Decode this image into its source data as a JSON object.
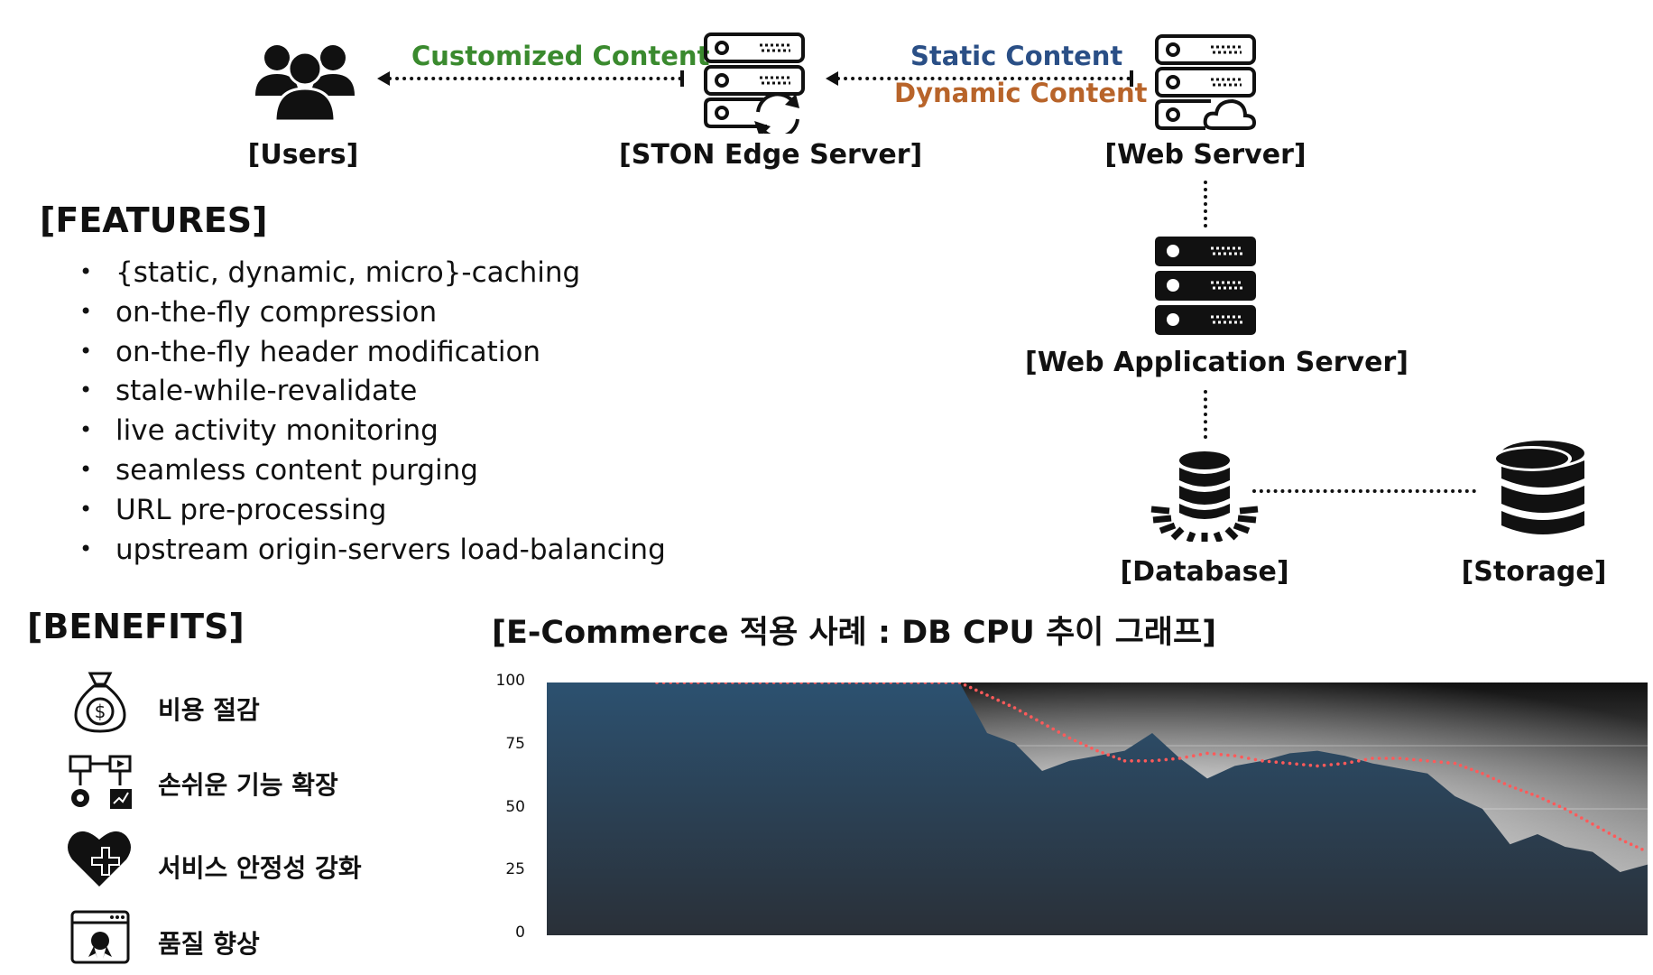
{
  "nodes": {
    "users": "[Users]",
    "edge_server": "[STON Edge Server]",
    "web_server": "[Web Server]",
    "web_app_server": "[Web Application Server]",
    "database": "[Database]",
    "storage": "[Storage]"
  },
  "edges": {
    "customized": "Customized Content",
    "static": "Static Content",
    "dynamic": "Dynamic Content"
  },
  "colors": {
    "customized": "#3a8a2e",
    "static": "#2a4f86",
    "dynamic": "#b8642a",
    "area_top": "#2c5170",
    "area_bottom": "#2a3038",
    "dotted_series": "#ff5a5a"
  },
  "features": {
    "title": "[FEATURES]",
    "bullet": "•",
    "items": [
      "{static, dynamic, micro}-caching",
      "on-the-fly compression",
      "on-the-fly header modification",
      "stale-while-revalidate",
      "live activity monitoring",
      "seamless content purging",
      "URL pre-processing",
      "upstream origin-servers load-balancing"
    ]
  },
  "benefits": {
    "title": "[BENEFITS]",
    "items": [
      {
        "label": "비용 절감",
        "icon": "money-bag-icon"
      },
      {
        "label": "손쉬운 기능 확장",
        "icon": "extension-modules-icon"
      },
      {
        "label": "서비스 안정성 강화",
        "icon": "heart-plus-icon"
      },
      {
        "label": "품질 향상",
        "icon": "quality-badge-icon"
      }
    ]
  },
  "chart_title": "[E-Commerce 적용 사례 : DB CPU 추이 그래프]",
  "chart_data": {
    "type": "area",
    "title": "[E-Commerce 적용 사례 : DB CPU 추이 그래프]",
    "ylim": [
      0,
      100
    ],
    "yticks": [
      "100",
      "75",
      "50",
      "25",
      "0"
    ],
    "grid": true,
    "series": [
      {
        "style": "area",
        "values": [
          100,
          100,
          100,
          100,
          100,
          100,
          100,
          100,
          100,
          100,
          100,
          100,
          100,
          100,
          100,
          100,
          80,
          76,
          65,
          69,
          71,
          73,
          80,
          70,
          62,
          67,
          69,
          72,
          73,
          71,
          68,
          66,
          64,
          55,
          50,
          36,
          40,
          35,
          33,
          25,
          28
        ]
      },
      {
        "style": "dotted-line",
        "values": [
          null,
          null,
          null,
          null,
          100,
          100,
          100,
          100,
          100,
          100,
          100,
          100,
          100,
          100,
          100,
          100,
          95,
          90,
          84,
          78,
          73,
          69,
          69,
          70,
          72,
          71,
          69,
          68,
          67,
          68,
          70,
          70,
          69,
          68,
          64,
          59,
          55,
          50,
          44,
          38,
          33
        ]
      }
    ]
  }
}
